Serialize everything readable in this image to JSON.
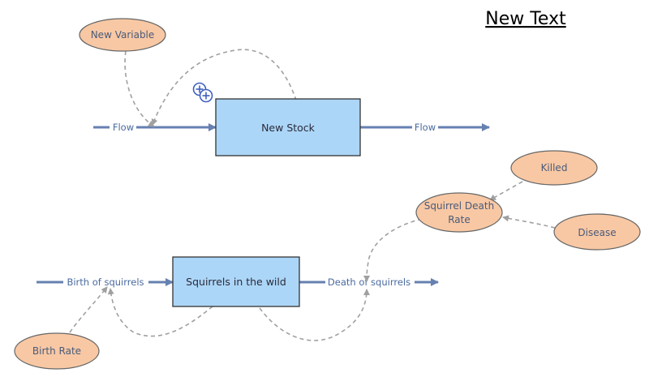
{
  "title": "New Text",
  "stocks": {
    "new_stock": "New Stock",
    "squirrels": "Squirrels in the wild"
  },
  "flows": {
    "flow_in": "Flow",
    "flow_out": "Flow",
    "birth": "Birth of squirrels",
    "death": "Death of squirrels"
  },
  "variables": {
    "new_variable": "New Variable",
    "killed": "Killed",
    "squirrel_death_rate": [
      "Squirrel Death",
      "Rate"
    ],
    "disease": "Disease",
    "birth_rate": "Birth Rate"
  },
  "colors": {
    "stock_fill": "#acd6f7",
    "variable_fill": "#f8c8a4",
    "flow": "#6680b0",
    "link": "#a0a0a0"
  }
}
